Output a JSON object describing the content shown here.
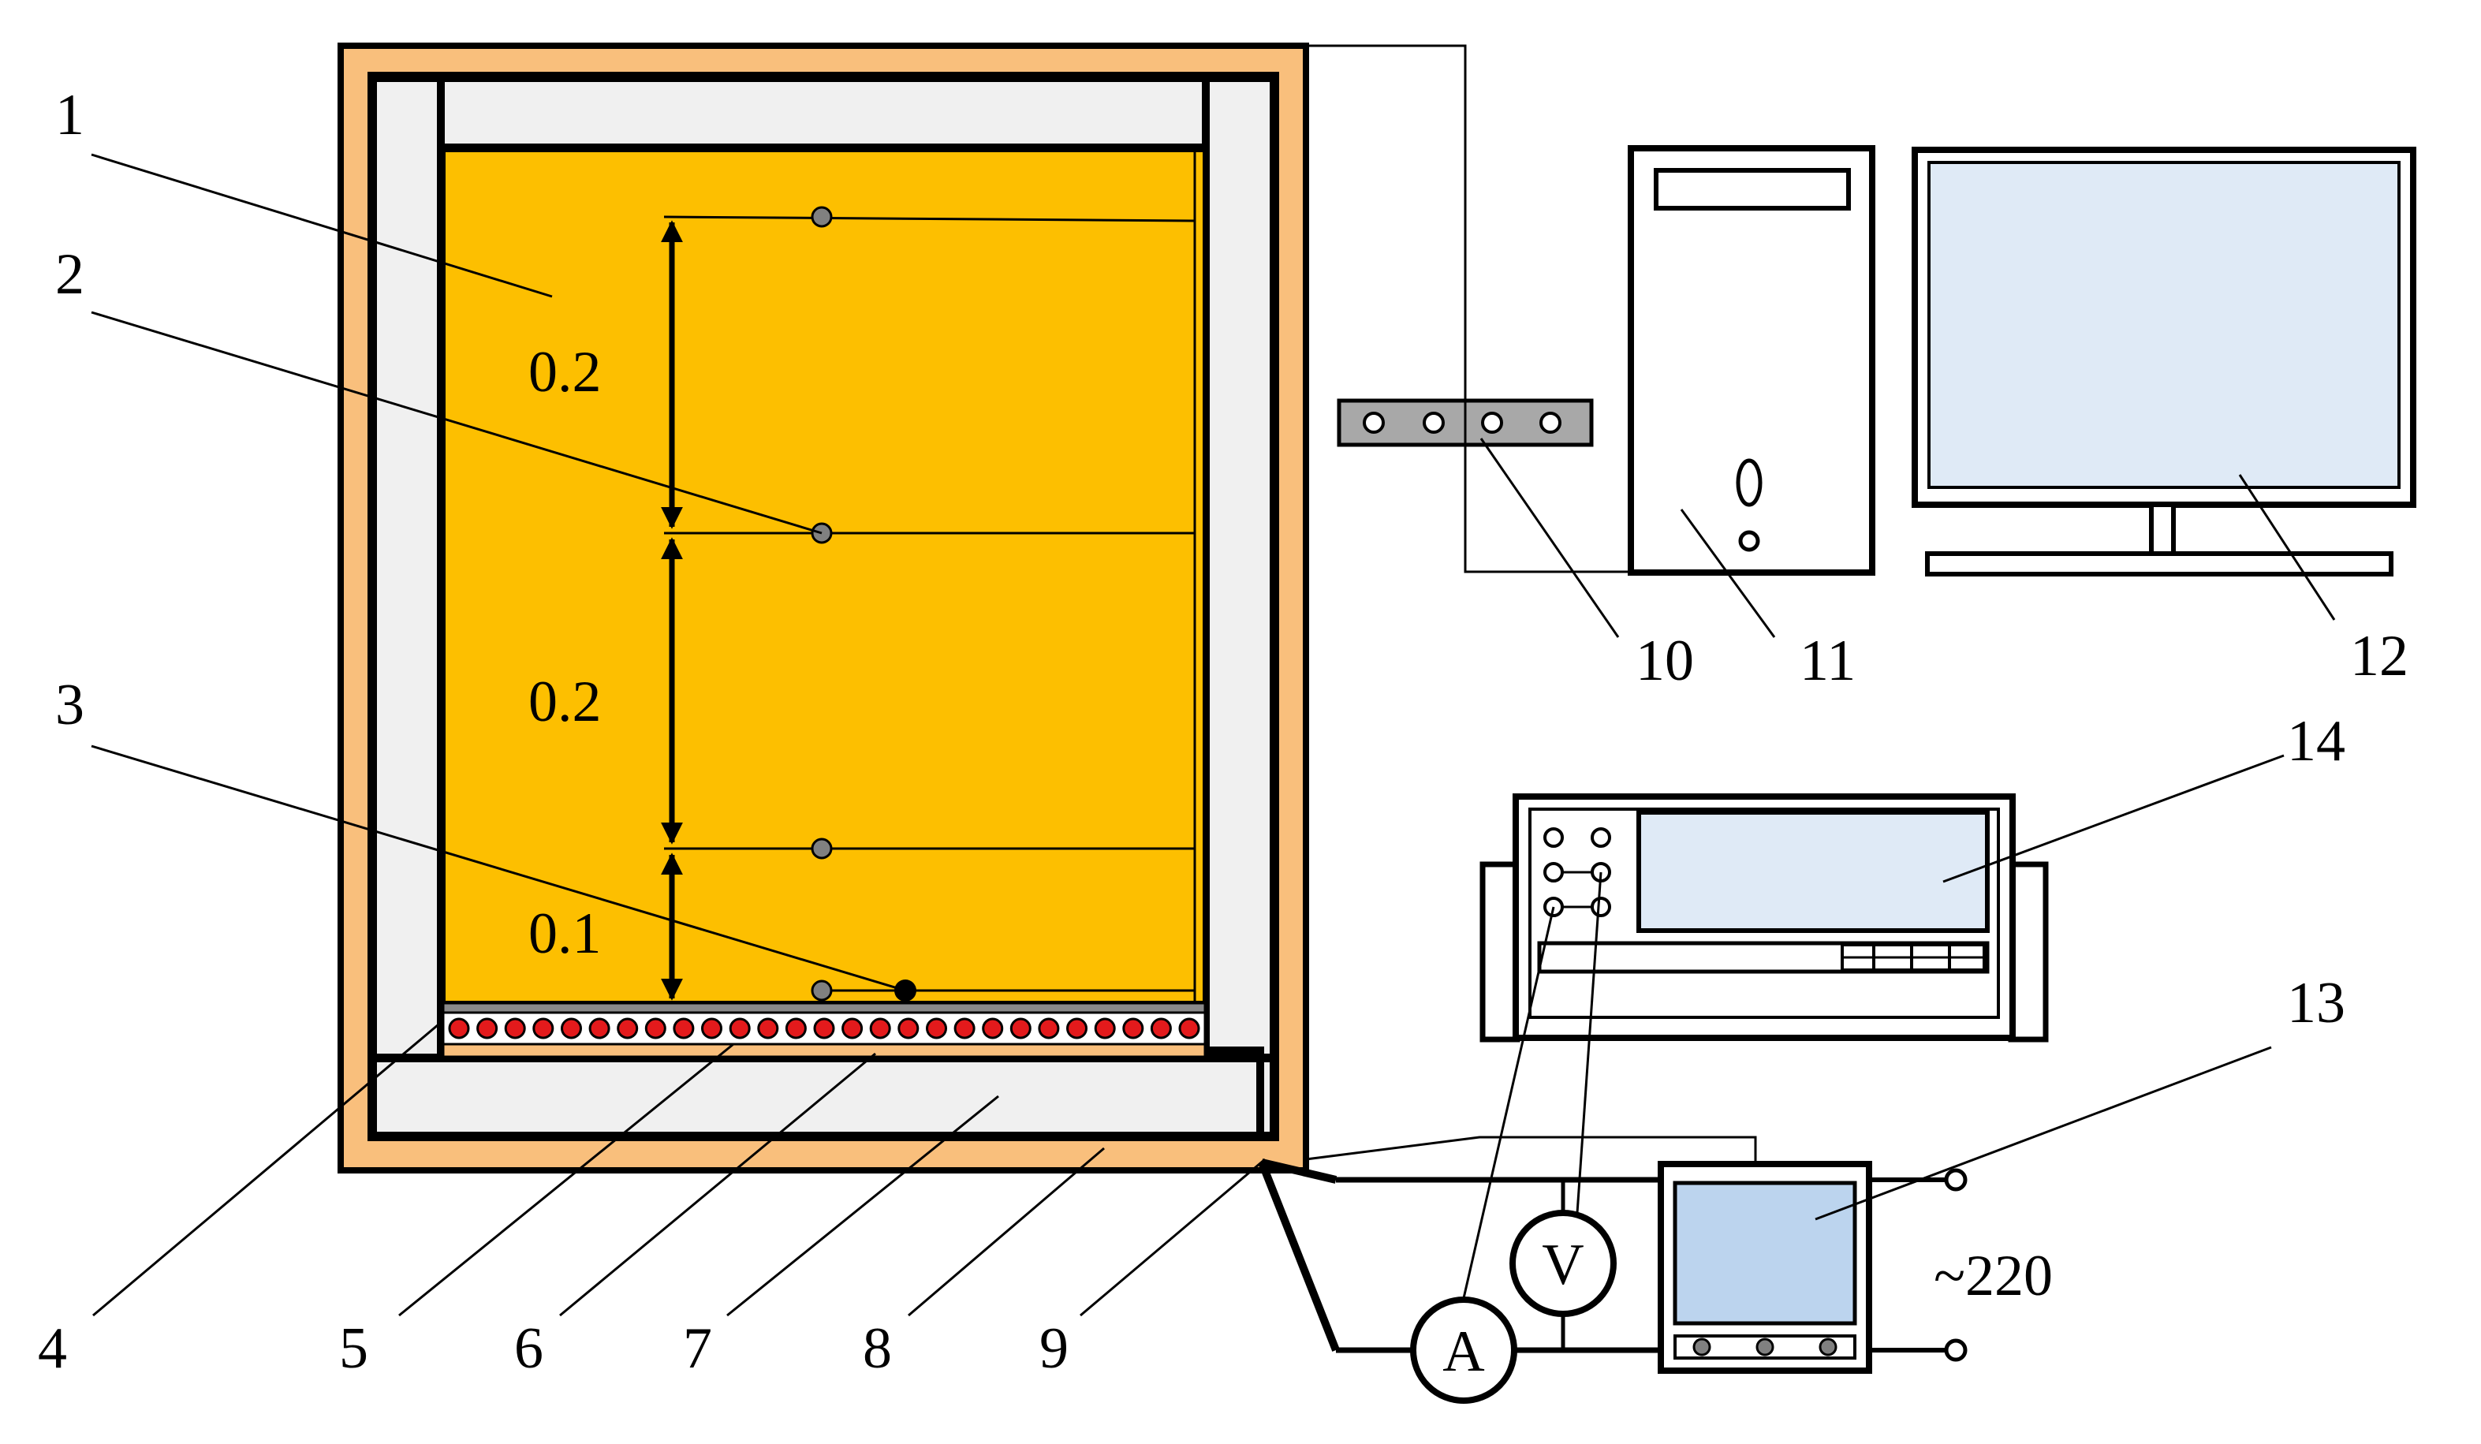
{
  "dimensions": {
    "top": "0.2",
    "middle": "0.2",
    "bottom": "0.1"
  },
  "labels": {
    "l1": "1",
    "l2": "2",
    "l3": "3",
    "l4": "4",
    "l5": "5",
    "l6": "6",
    "l7": "7",
    "l8": "8",
    "l9": "9",
    "l10": "10",
    "l11": "11",
    "l12": "12",
    "l13": "13",
    "l14": "14"
  },
  "meters": {
    "ammeter": "A",
    "voltmeter": "V"
  },
  "supply": "~220",
  "colors": {
    "wood": "#f9bf7c",
    "insulation": "#f0f0f0",
    "sample": "#fdbf00",
    "heater_dot": "#e31a1c",
    "screen": "#dfeaf6",
    "regulator_screen": "#bcd4ee",
    "bracket": "#a8a8a8"
  }
}
